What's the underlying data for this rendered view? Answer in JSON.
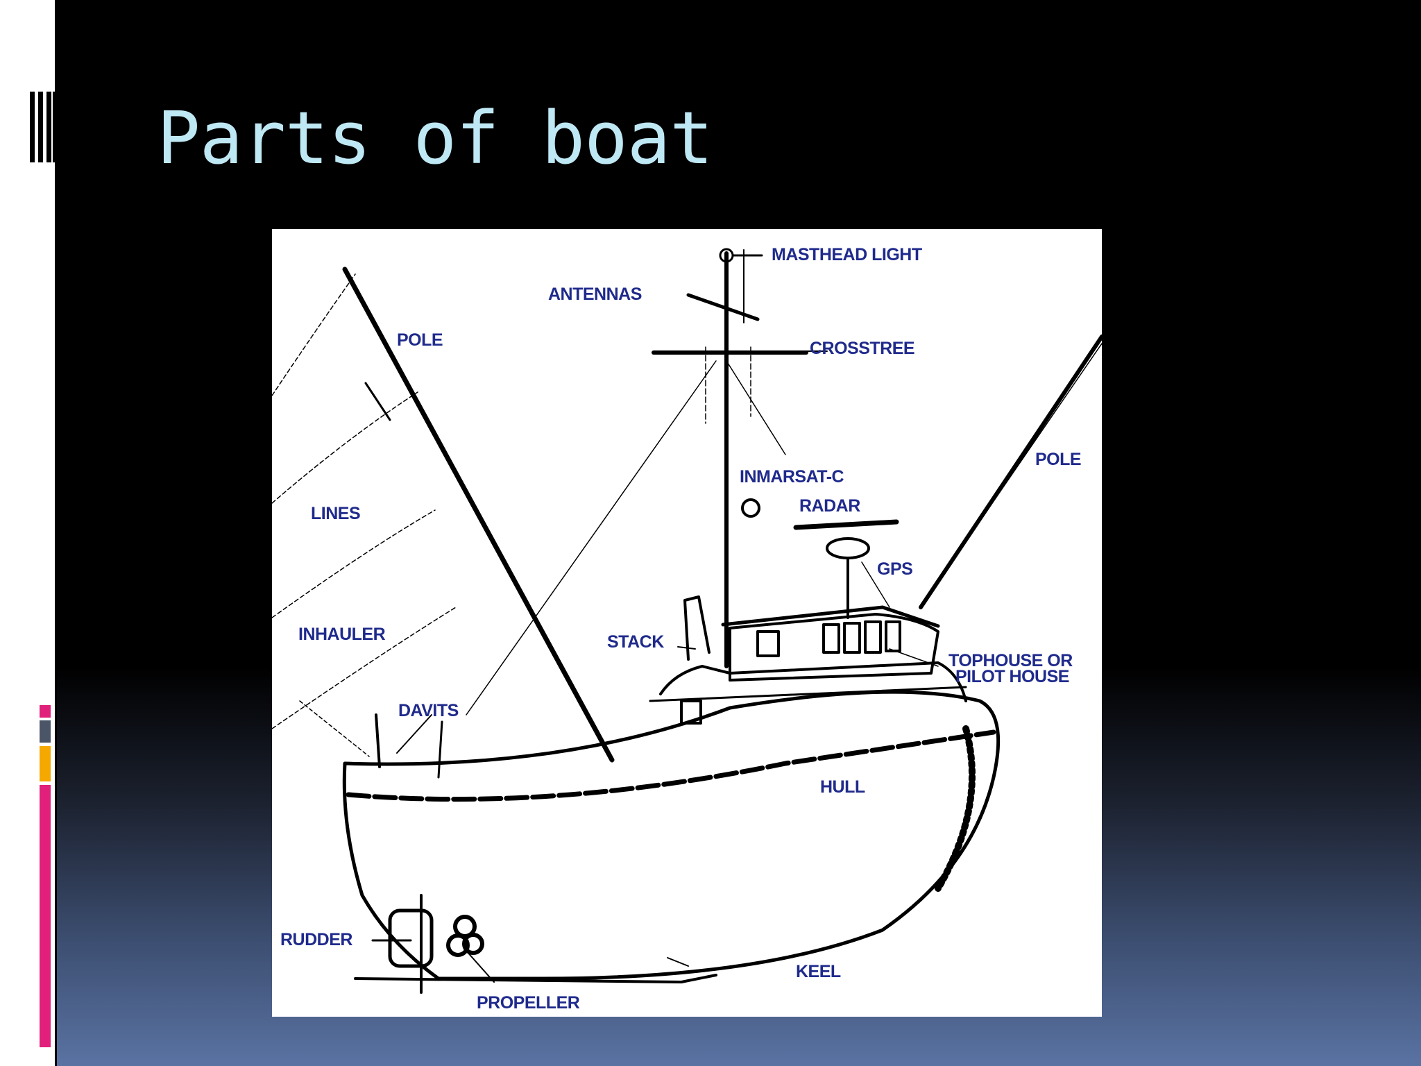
{
  "slide": {
    "title": "Parts of boat",
    "colors": {
      "title": "#bfe8f5",
      "label": "#1f2a8c",
      "accent_magenta": "#e0207a",
      "accent_gray": "#4a5568",
      "accent_orange": "#f5a800"
    }
  },
  "diagram": {
    "labels": {
      "masthead_light": "MASTHEAD LIGHT",
      "antennas": "ANTENNAS",
      "crosstree": "CROSSTREE",
      "pole_left": "POLE",
      "pole_right": "POLE",
      "inmarsat": "INMARSAT-C",
      "radar": "RADAR",
      "gps": "GPS",
      "lines": "LINES",
      "inhauler": "INHAULER",
      "stack": "STACK",
      "tophouse_line1": "TOPHOUSE OR",
      "tophouse_line2": "PILOT HOUSE",
      "davits": "DAVITS",
      "hull": "HULL",
      "rudder": "RUDDER",
      "keel": "KEEL",
      "propeller": "PROPELLER"
    }
  }
}
